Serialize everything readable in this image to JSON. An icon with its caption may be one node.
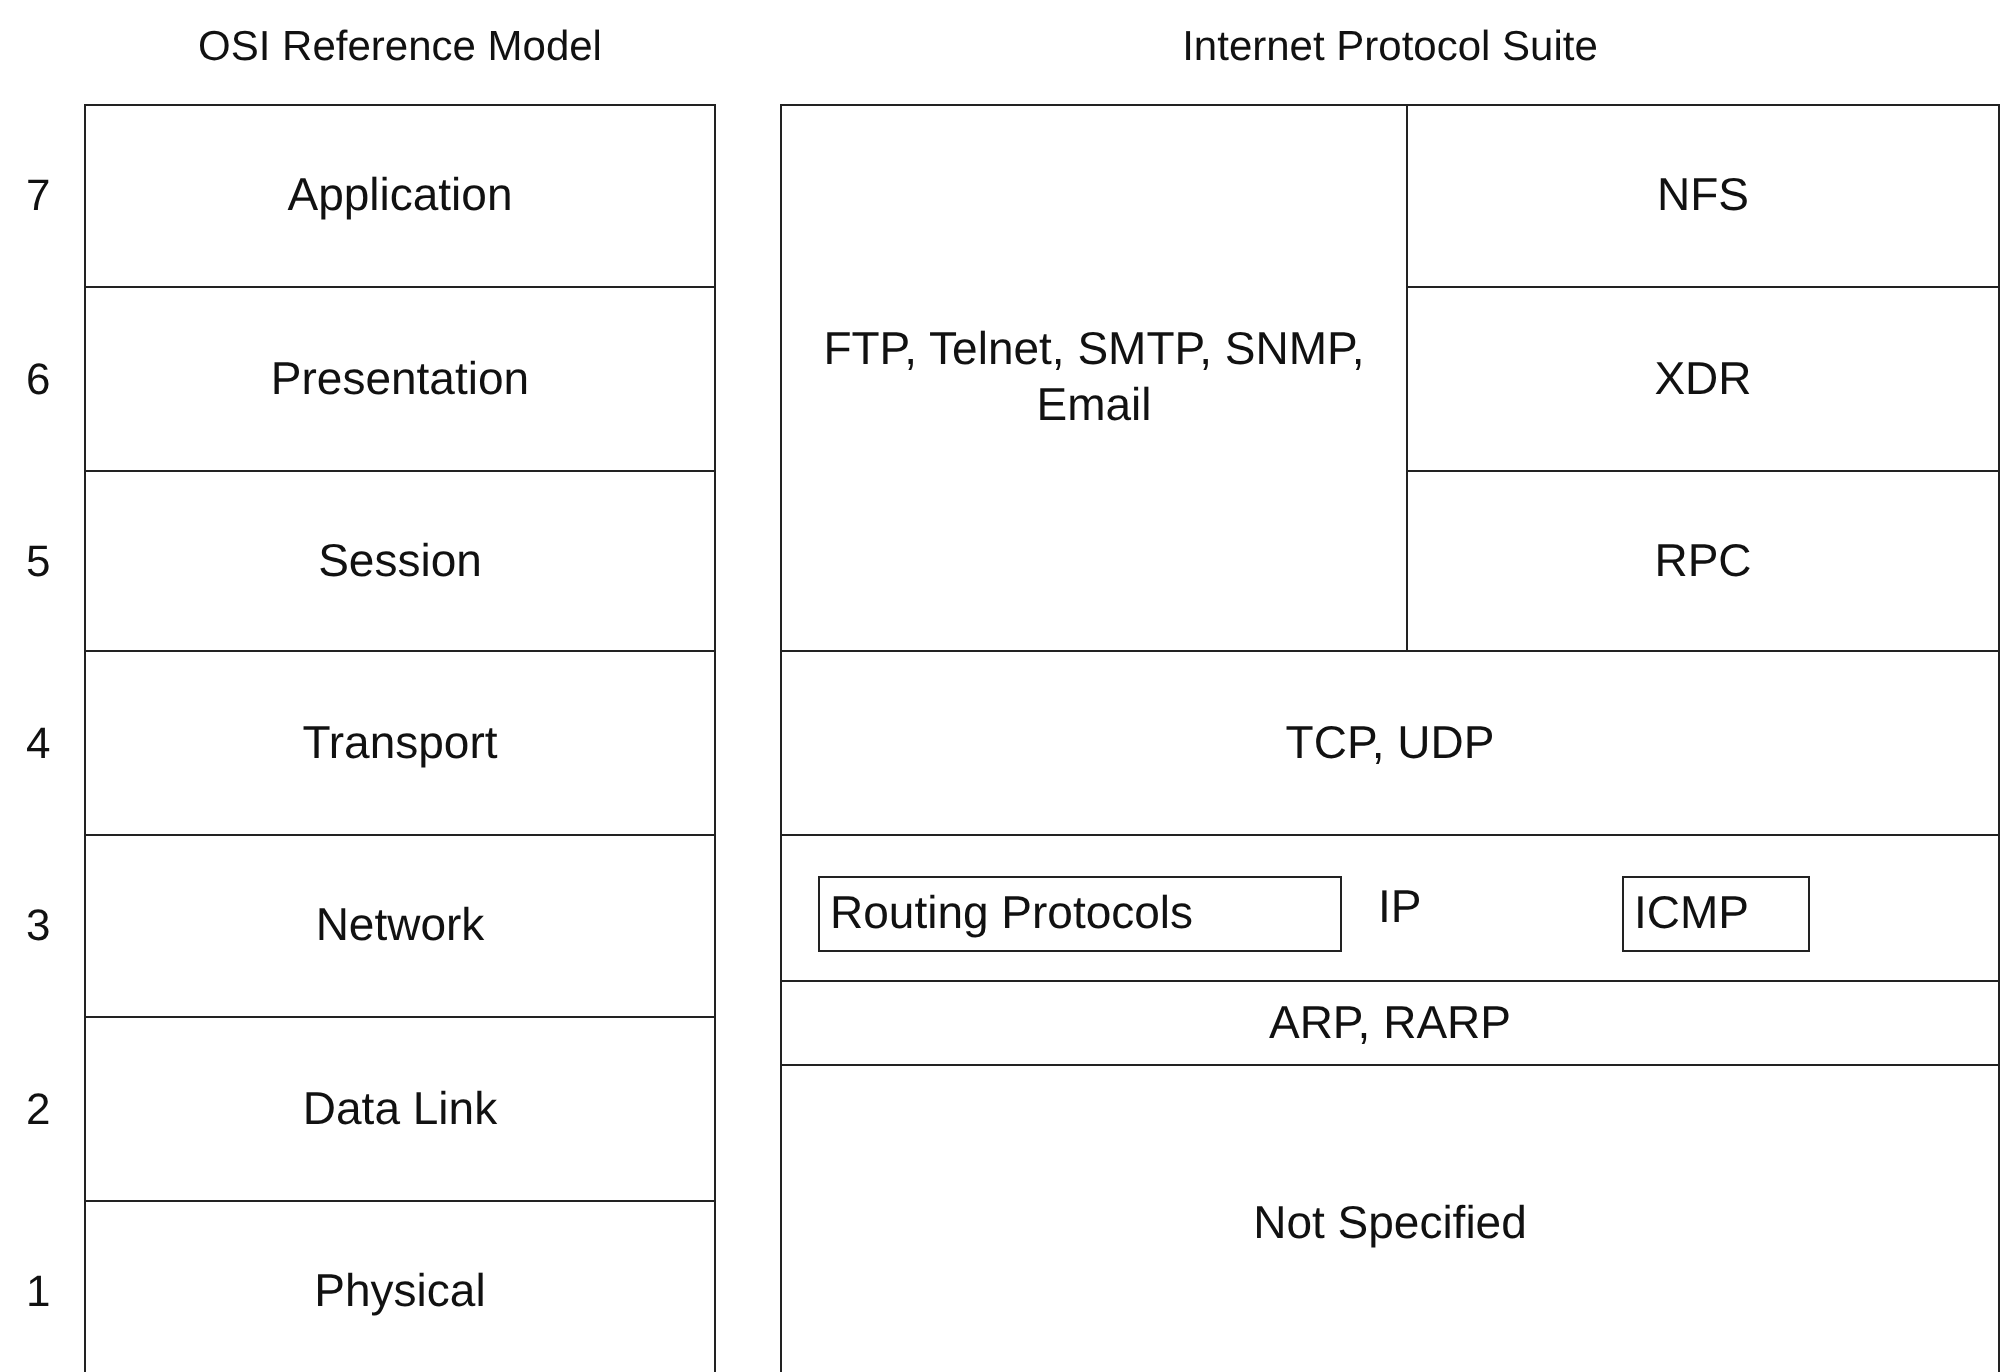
{
  "diagram": {
    "nodes": [
      {
        "text": [
          "OSI Reference Model"
        ]
      },
      {
        "text": [
          "Application"
        ],
        "beside": [
          "7"
        ],
        "in": 0
      },
      {
        "text": [
          "Presentation"
        ],
        "beside": [
          "6"
        ],
        "in": 0
      },
      {
        "text": [
          "Session"
        ],
        "beside": [
          "5"
        ],
        "in": 0
      },
      {
        "text": [
          "Transport"
        ],
        "beside": [
          "4"
        ],
        "in": 0
      },
      {
        "text": [
          "Network"
        ],
        "beside": [
          "3"
        ],
        "in": 0
      },
      {
        "text": [
          "Data Link"
        ],
        "beside": [
          "2"
        ],
        "in": 0
      },
      {
        "text": [
          "Physical"
        ],
        "beside": [
          "1"
        ],
        "in": 0
      },
      {
        "text": [
          "Internet Protocol Suite"
        ]
      },
      {
        "text": [
          "FTP, Telnet, SMTP, SNMP, Email"
        ],
        "in": 8
      },
      {
        "text": [
          "NFS"
        ],
        "in": 8
      },
      {
        "text": [
          "XDR"
        ],
        "in": 8
      },
      {
        "text": [
          "RPC"
        ],
        "in": 8
      },
      {
        "text": [
          "TCP, UDP"
        ],
        "in": 8
      },
      {
        "text": [
          "IP"
        ],
        "in": 8
      },
      {
        "text": [
          "Routing Protocols"
        ],
        "in": 14
      },
      {
        "text": [
          "ICMP"
        ],
        "in": 14
      },
      {
        "text": [
          "ARP, RARP"
        ],
        "in": 8
      },
      {
        "text": [
          "Not Specified"
        ],
        "in": 8
      }
    ],
    "edges": []
  }
}
